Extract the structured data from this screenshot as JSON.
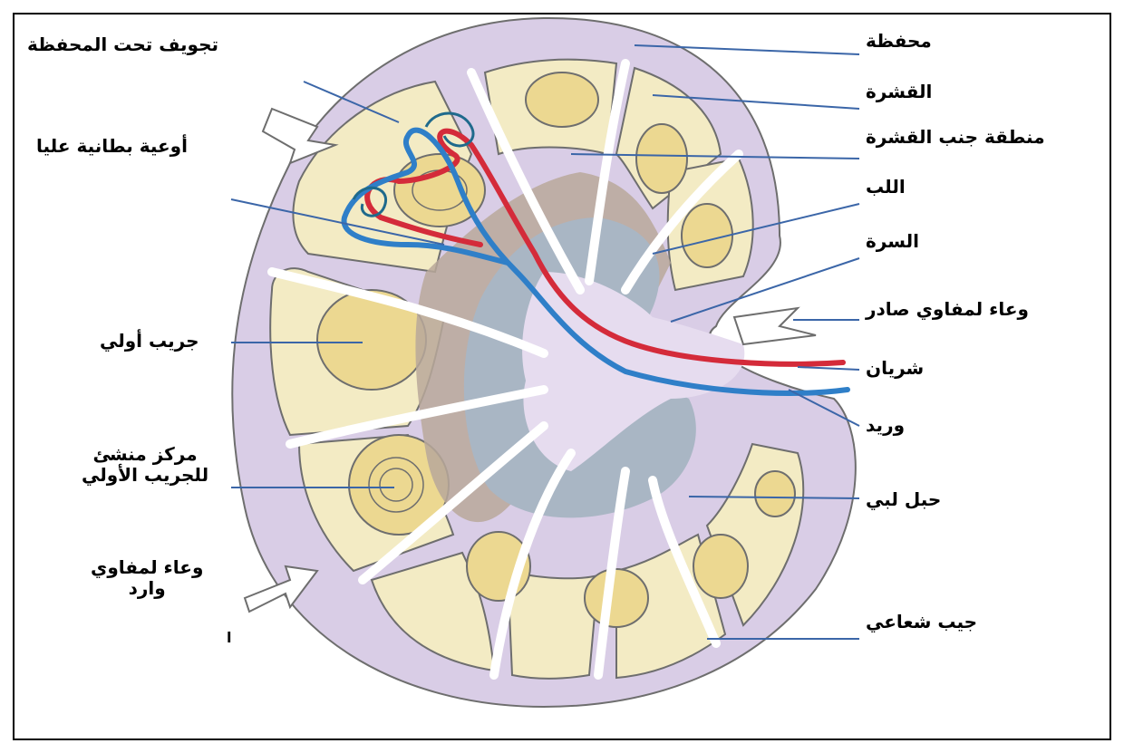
{
  "labels_left": {
    "subcapsular_sinus": "تجويف تحت المحفظة",
    "high_endothelial_venules": "أوعية بطانية عليا",
    "primary_follicle": "جريب أولي",
    "germinal_center_line1": "مركز منشئ",
    "germinal_center_line2": "للجريب الأولي",
    "afferent_lymphatic_line1": "وعاء لمفاوي",
    "afferent_lymphatic_line2": "وارد",
    "stray_mark": "l"
  },
  "labels_right": {
    "capsule": "محفظة",
    "cortex": "القشرة",
    "paracortex": "منطقة جنب القشرة",
    "medulla": "اللب",
    "hilum": "السرة",
    "efferent_lymphatic": "وعاء لمفاوي صادر",
    "artery": "شريان",
    "vein": "وريد",
    "medullary_cord": "حبل لبي",
    "trabecular_sinus": "جيب شعاعي"
  },
  "colors": {
    "capsule": "#d9cde6",
    "follicle_zone": "#f3ebc4",
    "follicle": "#ecd891",
    "paracortex": "#b8a89a",
    "medulla": "#a9b6c4",
    "artery": "#d42b3a",
    "vein": "#2f7fc8",
    "line_blue": "#3b66a8",
    "outline": "#5a5a5a"
  }
}
